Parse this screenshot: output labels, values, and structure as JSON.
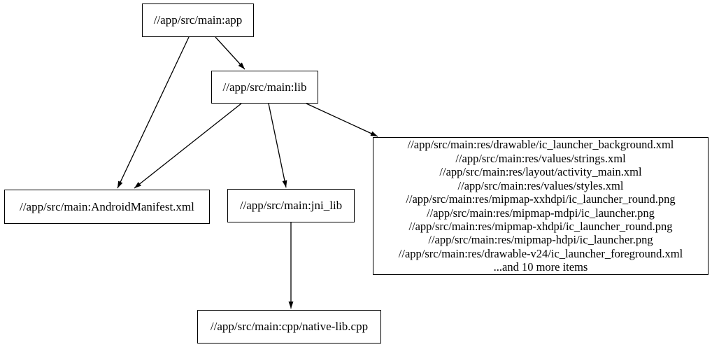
{
  "diagram": {
    "type": "dependency-graph",
    "colors": {
      "background": "#ffffff",
      "node_border": "#000000",
      "edge": "#000000",
      "text": "#000000"
    },
    "nodes": {
      "app": {
        "label": "//app/src/main:app"
      },
      "lib": {
        "label": "//app/src/main:lib"
      },
      "android_manifest": {
        "label": "//app/src/main:AndroidManifest.xml"
      },
      "jni_lib": {
        "label": "//app/src/main:jni_lib"
      },
      "native_lib": {
        "label": "//app/src/main:cpp/native-lib.cpp"
      },
      "resources": {
        "lines": [
          "//app/src/main:res/drawable/ic_launcher_background.xml",
          "//app/src/main:res/values/strings.xml",
          "//app/src/main:res/layout/activity_main.xml",
          "//app/src/main:res/values/styles.xml",
          "//app/src/main:res/mipmap-xxhdpi/ic_launcher_round.png",
          "//app/src/main:res/mipmap-mdpi/ic_launcher.png",
          "//app/src/main:res/mipmap-xhdpi/ic_launcher_round.png",
          "//app/src/main:res/mipmap-hdpi/ic_launcher.png",
          "//app/src/main:res/drawable-v24/ic_launcher_foreground.xml",
          "...and 10 more items"
        ]
      }
    },
    "edges": [
      {
        "from": "app",
        "to": "lib"
      },
      {
        "from": "app",
        "to": "android_manifest"
      },
      {
        "from": "lib",
        "to": "android_manifest"
      },
      {
        "from": "lib",
        "to": "jni_lib"
      },
      {
        "from": "lib",
        "to": "resources"
      },
      {
        "from": "jni_lib",
        "to": "native_lib"
      }
    ]
  }
}
